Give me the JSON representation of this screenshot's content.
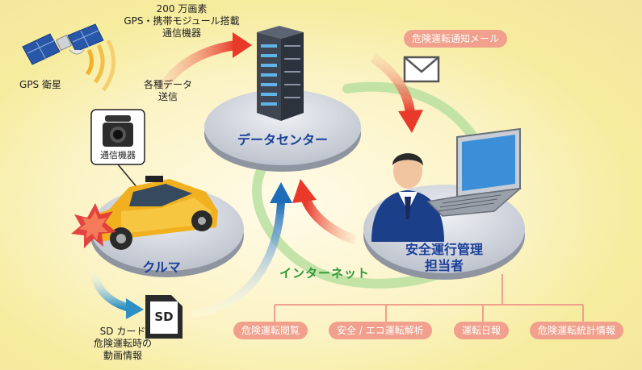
{
  "gps": {
    "module_line1": "200 万画素",
    "module_line2": "GPS・携帯モジュール搭載",
    "module_line3": "通信機器",
    "satellite_label": "GPS 衛星"
  },
  "data_send": {
    "line1": "各種データ",
    "line2": "送信"
  },
  "data_center": {
    "label": "データセンター"
  },
  "device": {
    "label": "通信機器"
  },
  "car": {
    "label": "クルマ"
  },
  "manager": {
    "line1": "安全運行管理",
    "line2": "担当者"
  },
  "email": {
    "label": "危険運転通知メール"
  },
  "internet": {
    "label": "インターネット"
  },
  "sd": {
    "icon_text": "SD",
    "line1": "SD カード",
    "line2": "危険運転時の",
    "line3": "動画情報"
  },
  "reports": [
    {
      "label": "危険運転閲覧"
    },
    {
      "label": "安全 / エコ運転解析"
    },
    {
      "label": "運転日報"
    },
    {
      "label": "危険運転統計情報"
    }
  ]
}
